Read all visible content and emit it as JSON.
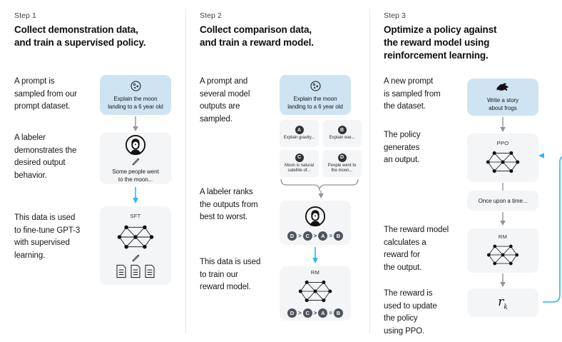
{
  "columns": [
    {
      "step_label": "Step 1",
      "title": "Collect demonstration data,\nand train a supervised policy.",
      "texts": [
        "A prompt is\nsampled from our\nprompt dataset.",
        "A labeler\ndemonstrates the\ndesired output\nbehavior.",
        "This data is used\nto fine-tune GPT-3\nwith supervised\nlearning."
      ],
      "boxes": [
        {
          "kind": "prompt",
          "icon": "moon-icon",
          "caption": "Explain the moon\nlanding to a 6 year old"
        },
        {
          "kind": "labeler",
          "icon": "person-icon",
          "sub_icon": "pencil-icon",
          "caption": "Some people went\nto the moon..."
        },
        {
          "kind": "model",
          "tag": "SFT",
          "icon": "neural-network-icon",
          "sub_icon": "pencil-icon",
          "extra_icon": "documents-icon"
        }
      ]
    },
    {
      "step_label": "Step 2",
      "title": "Collect comparison data,\nand train a reward model.",
      "texts": [
        "A prompt and\nseveral model\noutputs are\nsampled.",
        "A labeler ranks\nthe outputs from\nbest to worst.",
        "This data is used\nto train our\nreward model."
      ],
      "boxes": [
        {
          "kind": "prompt",
          "icon": "moon-icon",
          "caption": "Explain the moon\nlanding to a 6 year old"
        },
        {
          "kind": "ranker",
          "icon": "person-icon"
        },
        {
          "kind": "model",
          "tag": "RM",
          "icon": "neural-network-icon"
        }
      ],
      "options": [
        {
          "badge": "A",
          "text": "Explain gravity..."
        },
        {
          "badge": "B",
          "text": "Explain war..."
        },
        {
          "badge": "C",
          "text": "Moon is natural\nsatellite of..."
        },
        {
          "badge": "D",
          "text": "People went to\nthe moon..."
        }
      ],
      "ranking": [
        "D",
        ">",
        "C",
        ">",
        "A",
        "=",
        "B"
      ]
    },
    {
      "step_label": "Step 3",
      "title": "Optimize a policy against\nthe reward model using\nreinforcement learning.",
      "texts": [
        "A new prompt\nis sampled from\nthe dataset.",
        "The policy\ngenerates\nan output.",
        "The reward model\ncalculates a\nreward for\nthe output.",
        "The reward is\nused to update\nthe policy\nusing PPO."
      ],
      "boxes": [
        {
          "kind": "prompt",
          "icon": "frog-icon",
          "caption": "Write a story\nabout frogs"
        },
        {
          "kind": "model",
          "tag": "PPO",
          "icon": "neural-network-icon"
        },
        {
          "kind": "output",
          "caption": "Once upon a time..."
        },
        {
          "kind": "model",
          "tag": "RM",
          "icon": "neural-network-icon"
        },
        {
          "kind": "reward",
          "symbol": "r",
          "subscript": "k"
        }
      ]
    }
  ],
  "colors": {
    "prompt_box": "#cfe4f2",
    "neutral_box": "#f4f5f6",
    "accent_arrow": "#29b6f6",
    "gray_arrow": "#8e949a",
    "divider": "#e6e8ea",
    "badge_dark": "#2f3337",
    "text_primary": "#14171a"
  }
}
